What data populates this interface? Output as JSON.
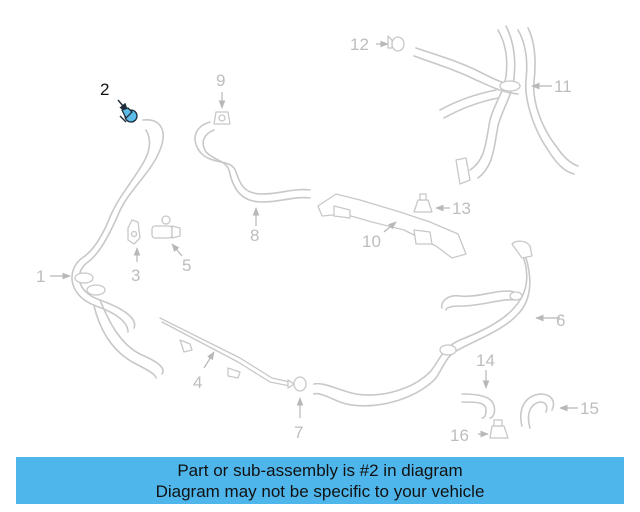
{
  "diagram": {
    "callouts": {
      "p1": "1",
      "p2": "2",
      "p3": "3",
      "p4": "4",
      "p5": "5",
      "p6": "6",
      "p7": "7",
      "p8": "8",
      "p9": "9",
      "p10": "10",
      "p11": "11",
      "p12": "12",
      "p13": "13",
      "p14": "14",
      "p15": "15",
      "p16": "16"
    },
    "highlighted_part": "2",
    "colors": {
      "highlight_fill": "#5bbce8",
      "line_gray": "#c8c8c8",
      "banner_bg": "#4fb6ec"
    }
  },
  "banner": {
    "line1": "Part or sub-assembly is #2 in diagram",
    "line2": "Diagram may not be specific to your vehicle"
  }
}
